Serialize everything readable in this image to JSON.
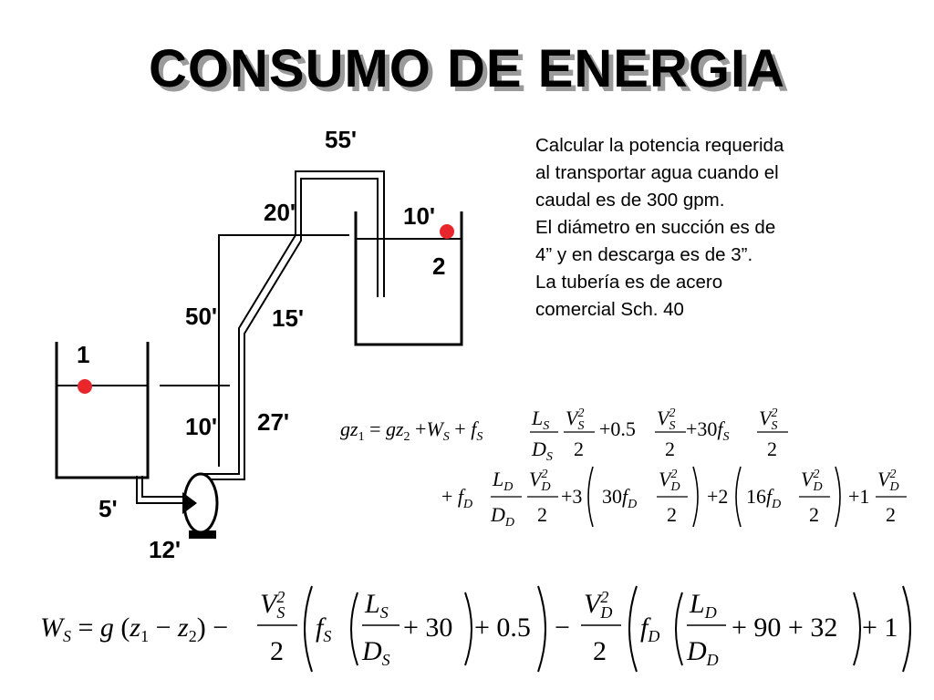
{
  "slide": {
    "title": "CONSUMO DE ENERGIA",
    "problem_lines": [
      "Calcular la potencia requerida",
      "al transportar agua cuando el",
      "caudal es de 300 gpm.",
      "El diámetro en succión es de",
      "4” y en descarga es de 3”.",
      "La tubería es de acero",
      "comercial Sch. 40"
    ]
  },
  "diagram": {
    "dims": {
      "top_run": "55'",
      "rise_20": "20'",
      "tank2_width": "10'",
      "rise_50": "50'",
      "diagonal": "15'",
      "lower_10": "10'",
      "vertical_27": "27'",
      "suction_5": "5'",
      "pump_12": "12'"
    },
    "points": {
      "p1": "1",
      "p2": "2"
    },
    "colors": {
      "point": "#e8262b",
      "line": "#000000"
    }
  }
}
